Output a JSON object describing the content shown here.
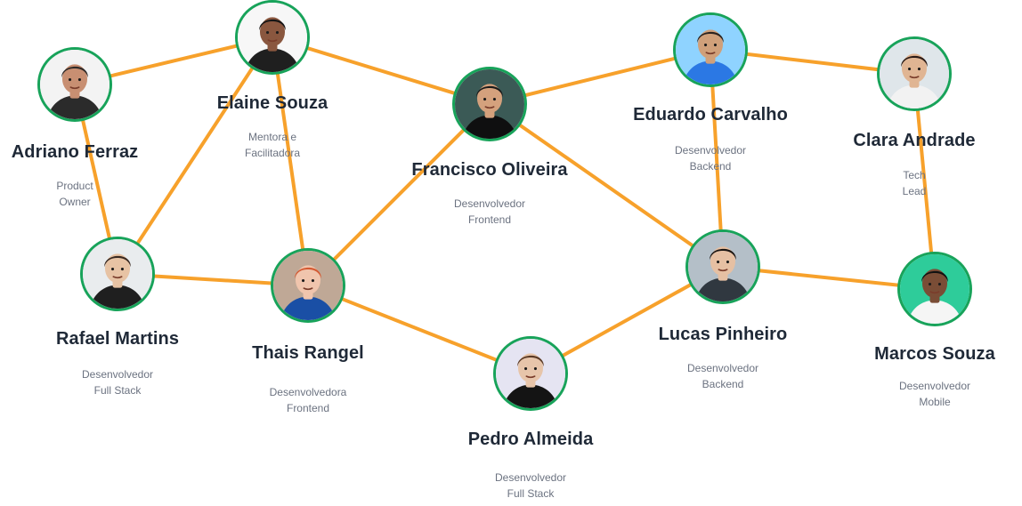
{
  "colors": {
    "edge": "#f7a12b",
    "avatar_ring": "#18a35a"
  },
  "people": [
    {
      "id": "adriano",
      "name": "Adriano Ferraz",
      "role": "Product Owner",
      "avatar_bg": "#f3f3f3",
      "skin": "#c88f72",
      "hair": "#2f2a28",
      "shirt": "#2b2b2b",
      "icon": "person-photo-icon"
    },
    {
      "id": "elaine",
      "name": "Elaine Souza",
      "role": "Mentora e Facilitadora",
      "avatar_bg": "#f7f7f7",
      "skin": "#8a573f",
      "hair": "#151515",
      "shirt": "#1f1f1f",
      "icon": "person-photo-icon"
    },
    {
      "id": "francisco",
      "name": "Francisco Oliveira",
      "role": "Desenvolvedor\nFrontend",
      "avatar_bg": "#3b5a56",
      "skin": "#d4a17d",
      "hair": "#1b1b1b",
      "shirt": "#0f0f10",
      "icon": "person-photo-icon"
    },
    {
      "id": "eduardo",
      "name": "Eduardo Carvalho",
      "role": "Desenvolvedor\nBackend",
      "avatar_bg": "#8fd3ff",
      "skin": "#d0a07a",
      "hair": "#2a2320",
      "shirt": "#2b78e4",
      "icon": "person-photo-icon"
    },
    {
      "id": "clara",
      "name": "Clara Andrade",
      "role": "Tech Lead",
      "avatar_bg": "#dfe6ea",
      "skin": "#e0b593",
      "hair": "#2b1b16",
      "shirt": "#f2f2f2",
      "icon": "person-photo-icon"
    },
    {
      "id": "rafael",
      "name": "Rafael Martins",
      "role": "Desenvolvedor\nFull Stack",
      "avatar_bg": "#e9ecee",
      "skin": "#e7c3a4",
      "hair": "#3a2a22",
      "shirt": "#1f1f1f",
      "icon": "person-photo-icon"
    },
    {
      "id": "thais",
      "name": "Thais Rangel",
      "role": "Desenvolvedora\nFrontend",
      "avatar_bg": "#bfa896",
      "skin": "#f0c5ad",
      "hair": "#d45a33",
      "shirt": "#1a4fa5",
      "icon": "person-photo-icon"
    },
    {
      "id": "lucas",
      "name": "Lucas Pinheiro",
      "role": "Desenvolvedor\nBackend",
      "avatar_bg": "#b4bfc8",
      "skin": "#e6c0a3",
      "hair": "#1b1512",
      "shirt": "#303840",
      "icon": "person-photo-icon"
    },
    {
      "id": "marcos",
      "name": "Marcos Souza",
      "role": "Desenvolvedor Mobile",
      "avatar_bg": "#2ecc9a",
      "skin": "#7a4d36",
      "hair": "#111111",
      "shirt": "#f5f5f5",
      "icon": "person-photo-icon"
    },
    {
      "id": "pedro",
      "name": "Pedro Almeida",
      "role": "Desenvolvedor\nFull Stack",
      "avatar_bg": "#e5e4f2",
      "skin": "#e7c5aa",
      "hair": "#5a3a26",
      "shirt": "#141414",
      "icon": "person-photo-icon"
    }
  ],
  "links": [
    [
      "adriano",
      "elaine"
    ],
    [
      "adriano",
      "rafael"
    ],
    [
      "elaine",
      "rafael"
    ],
    [
      "elaine",
      "thais"
    ],
    [
      "elaine",
      "francisco"
    ],
    [
      "francisco",
      "eduardo"
    ],
    [
      "francisco",
      "thais"
    ],
    [
      "francisco",
      "lucas"
    ],
    [
      "eduardo",
      "clara"
    ],
    [
      "eduardo",
      "lucas"
    ],
    [
      "clara",
      "marcos"
    ],
    [
      "rafael",
      "thais"
    ],
    [
      "thais",
      "pedro"
    ],
    [
      "pedro",
      "lucas"
    ],
    [
      "lucas",
      "marcos"
    ]
  ]
}
